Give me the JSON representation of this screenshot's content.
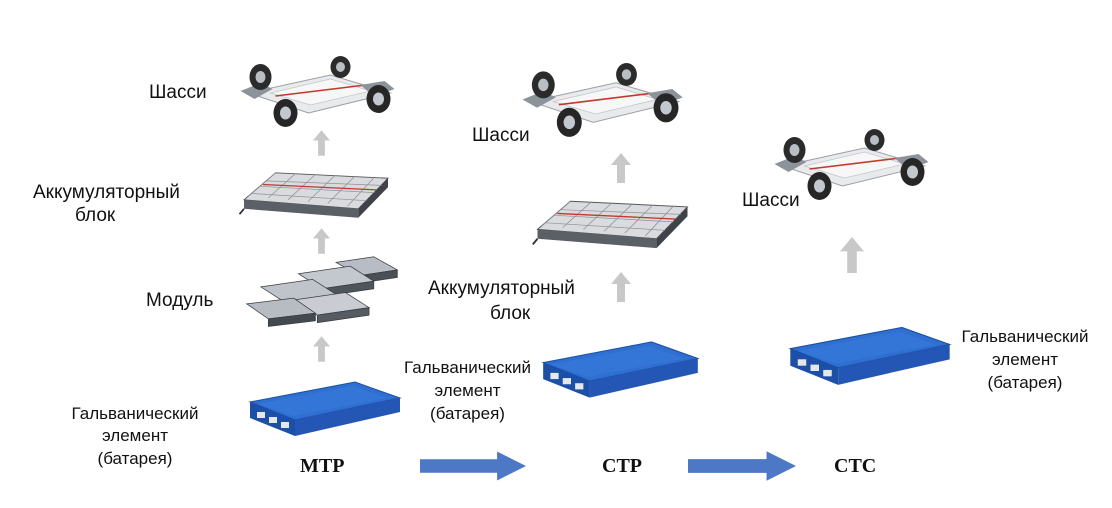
{
  "colors": {
    "cell_blue": "#2f6fd0",
    "cell_blue_dark": "#1c4fa6",
    "flow_arrow": "#4c78c6",
    "up_arrow": "#c8c8c8"
  },
  "icons": [
    "chassis-image",
    "battery-pack-image",
    "module-image",
    "cell-image",
    "up-arrow-icon",
    "right-arrow-icon"
  ],
  "mtp": {
    "name": "MTP",
    "chassis": "Шасси",
    "pack": [
      "Аккумуляторный",
      "блок"
    ],
    "module": "Модуль",
    "cell": [
      "Гальванический",
      "элемент",
      "(батарея)"
    ]
  },
  "ctp": {
    "name": "CTP",
    "chassis": "Шасси",
    "pack": [
      "Аккумуляторный",
      "блок"
    ],
    "cell": [
      "Гальванический",
      "элемент",
      "(батарея)"
    ]
  },
  "ctc": {
    "name": "CTC",
    "chassis": "Шасси",
    "cell": [
      "Гальванический",
      "элемент",
      "(батарея)"
    ]
  }
}
